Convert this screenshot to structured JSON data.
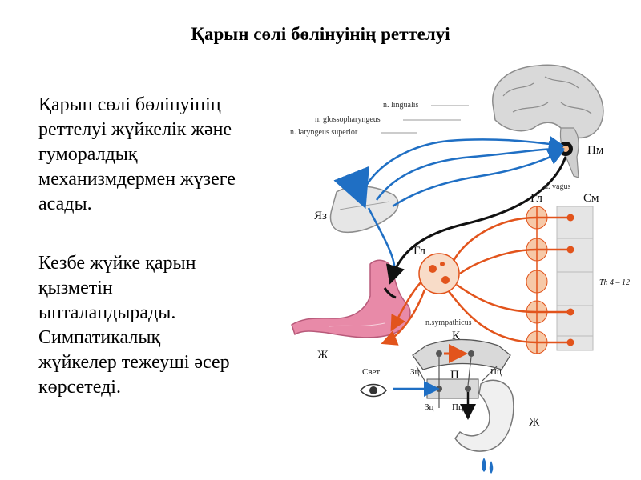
{
  "title": "Қарын сөлі бөлінуінің реттелуі",
  "paragraph1": {
    "lines": [
      "Қарын сөлі бөлінуінің",
      "реттелуі жүйкелік және",
      "гуморалдық",
      "механизмдермен жүзеге",
      "асады."
    ]
  },
  "paragraph2": {
    "lines": [
      "Кезбе жүйке қарын",
      "қызметін",
      "ынталандырады.",
      "Симпатикалық",
      "жүйкелер тежеуші әсер",
      "көрсетеді."
    ]
  },
  "diagram": {
    "nerve_labels": {
      "lingualis": "n. lingualis",
      "glossopharyngeus": "n. glossopharyngeus",
      "laryngeus": "n. laryngeus superior",
      "vagus": "n. vagus",
      "sympathicus": "n.sympathicus"
    },
    "organ_labels": {
      "pm": "Пм",
      "sm": "См",
      "gl_top": "Гл",
      "gl_mid": "Гл",
      "yaz": "Яз",
      "zh_left": "Ж",
      "zh_right": "Ж",
      "k": "К",
      "p": "П",
      "zts_left": "Зц",
      "pts_right": "Пц",
      "zts_bottom": "Зц",
      "pts_bottom": "Пц",
      "svet": "Свет",
      "th": "Th 4 – 12"
    },
    "colors": {
      "blue": "#1f6fc4",
      "orange": "#e2541c",
      "black": "#111111",
      "pink": "#e88aa8",
      "gray": "#8c8c8c"
    }
  }
}
